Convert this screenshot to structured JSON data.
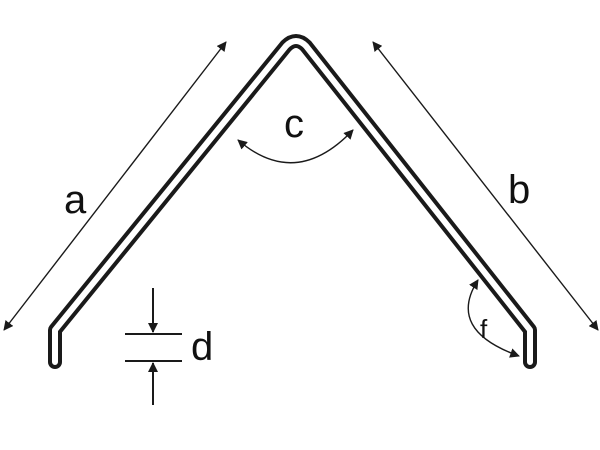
{
  "labels": {
    "a": "a",
    "b": "b",
    "c": "c",
    "d": "d",
    "f": "f"
  },
  "colors": {
    "profile": "#1a1a1a",
    "profile_inner": "#ffffff",
    "dimension": "#1a1a1a"
  }
}
